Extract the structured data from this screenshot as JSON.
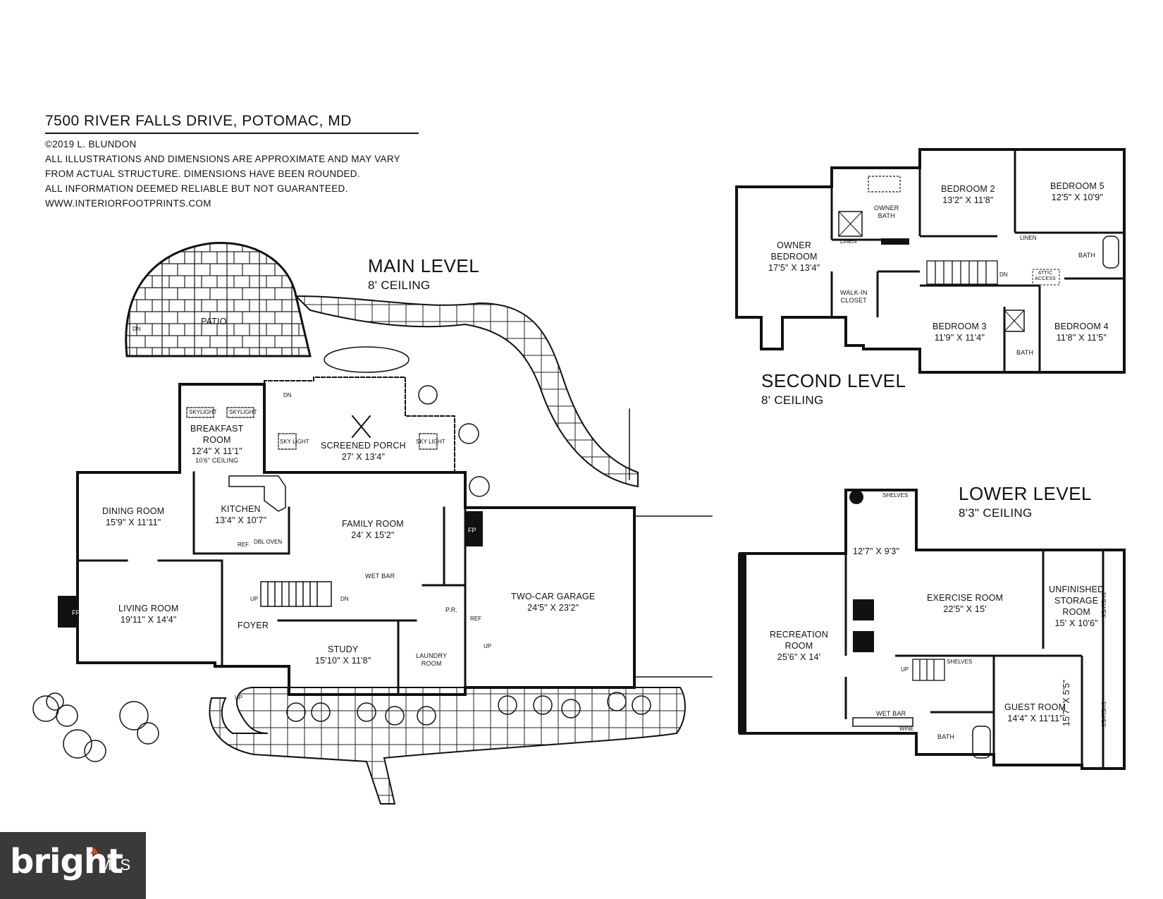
{
  "header": {
    "address": "7500 RIVER FALLS DRIVE, POTOMAC, MD",
    "copyright": "©2019 L. BLUNDON",
    "disclaimer_1": "ALL ILLUSTRATIONS AND DIMENSIONS ARE APPROXIMATE AND MAY VARY",
    "disclaimer_2": "FROM ACTUAL STRUCTURE. DIMENSIONS HAVE BEEN ROUNDED.",
    "disclaimer_3": "ALL INFORMATION DEEMED RELIABLE BUT NOT GUARANTEED.",
    "website": "WWW.INTERIORFOOTPRINTS.COM"
  },
  "levels": {
    "main": {
      "title": "MAIN LEVEL",
      "ceiling": "8' CEILING"
    },
    "second": {
      "title": "SECOND LEVEL",
      "ceiling": "8' CEILING"
    },
    "lower": {
      "title": "LOWER LEVEL",
      "ceiling": "8'3\" CEILING"
    }
  },
  "main_rooms": {
    "patio": {
      "name": "PATIO"
    },
    "breakfast": {
      "name": "BREAKFAST",
      "name2": "ROOM",
      "dims": "12'4\" X 11'1\"",
      "note": "10'6\" CEILING"
    },
    "screened": {
      "name": "SCREENED PORCH",
      "dims": "27' X 13'4\""
    },
    "dining": {
      "name": "DINING ROOM",
      "dims": "15'9\" X 11'11\""
    },
    "kitchen": {
      "name": "KITCHEN",
      "dims": "13'4\" X 10'7\""
    },
    "family": {
      "name": "FAMILY ROOM",
      "dims": "24' X 15'2\""
    },
    "garage": {
      "name": "TWO-CAR GARAGE",
      "dims": "24'5\" X 23'2\""
    },
    "living": {
      "name": "LIVING ROOM",
      "dims": "19'11\" X 14'4\""
    },
    "foyer": {
      "name": "FOYER"
    },
    "study": {
      "name": "STUDY",
      "dims": "15'10\" X 11'8\""
    },
    "laundry": {
      "name": "LAUNDRY",
      "name2": "ROOM"
    },
    "wetbar": {
      "name": "WET BAR"
    },
    "pr": {
      "name": "P.R."
    }
  },
  "second_rooms": {
    "owner_bed": {
      "name": "OWNER",
      "name2": "BEDROOM",
      "dims": "17'5\" X 13'4\""
    },
    "owner_bath": {
      "name": "OWNER",
      "name2": "BATH"
    },
    "walkin": {
      "name": "WALK-IN",
      "name2": "CLOSET"
    },
    "bed2": {
      "name": "BEDROOM 2",
      "dims": "13'2\" X 11'8\""
    },
    "bed5": {
      "name": "BEDROOM 5",
      "dims": "12'5\" X 10'9\""
    },
    "bed3": {
      "name": "BEDROOM 3",
      "dims": "11'9\" X 11'4\""
    },
    "bed4": {
      "name": "BEDROOM 4",
      "dims": "11'8\" X 11'5\""
    },
    "bath_a": {
      "name": "BATH"
    },
    "bath_b": {
      "name": "BATH"
    },
    "attic": {
      "name": "ATTIC",
      "name2": "ACCESS"
    }
  },
  "lower_rooms": {
    "small": {
      "dims": "12'7\" X 9'3\""
    },
    "exercise": {
      "name": "EXERCISE ROOM",
      "dims": "22'5\" X 15'"
    },
    "storage": {
      "name": "UNFINISHED",
      "name2": "STORAGE",
      "name3": "ROOM",
      "dims": "15' X 10'6\""
    },
    "recreation": {
      "name": "RECREATION",
      "name2": "ROOM",
      "dims": "25'6\" X 14'"
    },
    "guest": {
      "name": "GUEST ROOM",
      "dims": "14'4\" X 11'11\""
    },
    "bath": {
      "name": "BATH"
    },
    "wetbar": {
      "name": "WET BAR"
    },
    "side": {
      "dims": "15'7\" X 5'5\""
    }
  },
  "fixture_labels": {
    "skylight": "SKYLIGHT",
    "sky_light": "SKY LIGHT",
    "dn": "DN",
    "up": "UP",
    "fp": "FP",
    "ref": "REF",
    "dbl_oven": "DBL OVEN",
    "linen": "LINEN",
    "shelves": "SHELVES",
    "wine": "WINE"
  },
  "logo": {
    "brand": "bright",
    "suffix": "MLS"
  }
}
